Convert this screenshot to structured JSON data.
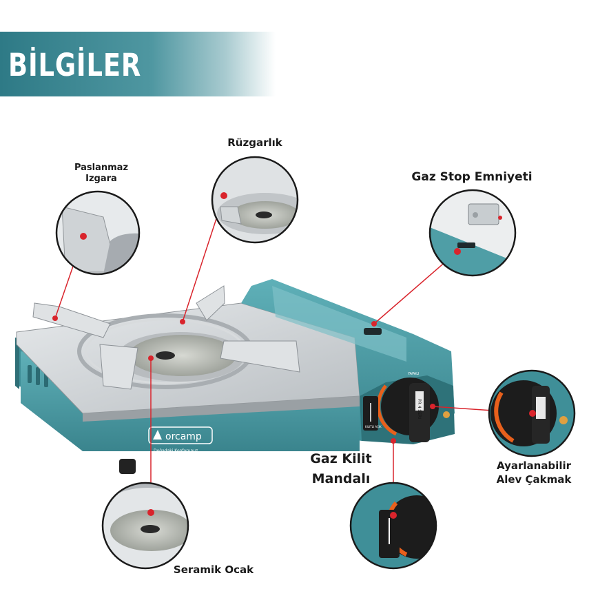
{
  "header": {
    "title": "BİLGİLER"
  },
  "labels": {
    "ruzgarlik": "Rüzgarlık",
    "paslanmaz_line1": "Paslanmaz",
    "paslanmaz_line2": "Izgara",
    "gaz_stop": "Gaz Stop Emniyeti",
    "gaz_kilit_line1": "Gaz Kilit",
    "gaz_kilit_line2": "Mandalı",
    "ayarlanabilir_line1": "Ayarlanabilir",
    "ayarlanabilir_line2": "Alev Çakmak",
    "seramik": "Seramik Ocak"
  },
  "product": {
    "brand": "orcamp",
    "tagline": "Doğadaki Konforunuz",
    "knob_top": "YAPALI",
    "knob_badge": "PR 4 SERI",
    "lever_text": "KILITLI AÇIK"
  },
  "colors": {
    "banner": "#2e7a86",
    "body_teal": "#4f9ea6",
    "body_teal_dark": "#3a7f88",
    "steel": "#cfd3d6",
    "accent_red": "#d9242c",
    "knob_orange": "#e8601c"
  }
}
